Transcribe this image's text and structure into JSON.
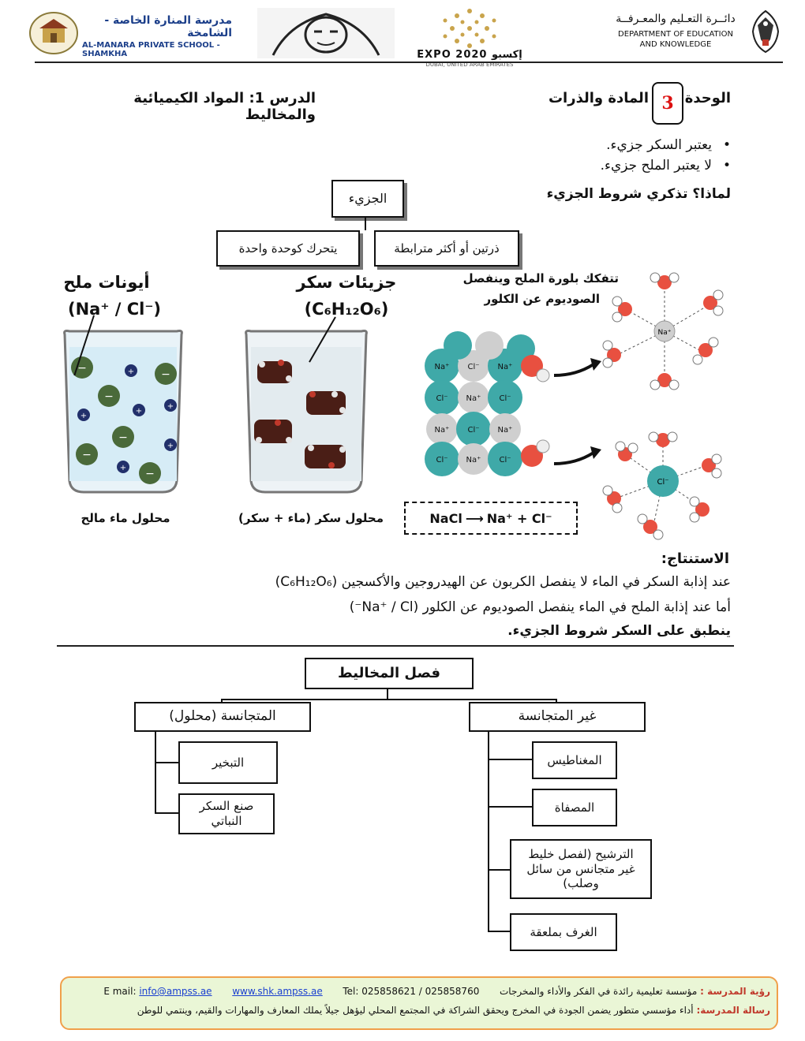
{
  "header": {
    "school_ar": "مدرسة المنارة الخاصة - الشامخة",
    "school_en": "AL-MANARA PRIVATE SCHOOL - SHAMKHA",
    "expo_text": "EXPO 2020 إكسبو",
    "expo_sub": "DUBAI, UNITED ARAB EMIRATES",
    "dept_ar": "دائــرة التعـليم والمعـرفــة",
    "dept_en1": "DEPARTMENT OF EDUCATION",
    "dept_en2": "AND KNOWLEDGE"
  },
  "unit": {
    "label": "الوحدة",
    "number": "3",
    "title": "المادة والذرات"
  },
  "lesson": {
    "title": "الدرس 1: المواد الكيميائية والمخاليط"
  },
  "bullets": [
    "يعتبر السكر جزيء.",
    "لا يعتبر الملح جزيء."
  ],
  "question": "لماذا؟ تذكري شروط الجزيء",
  "molecule_chart": {
    "root": "الجزيء",
    "children": [
      "ذرتين أو أكثر مترابطة",
      "يتحرك كوحدة واحدة"
    ]
  },
  "diagrams": {
    "salt_title": "أيونات ملح",
    "salt_formula": "(Na⁺ / Cl⁻)",
    "salt_caption": "محلول ماء مالح",
    "sugar_title": "جزيئات سكر",
    "sugar_formula": "(C₆H₁₂O₆)",
    "sugar_caption": "محلول سكر (ماء + سكر)",
    "dissolve_title_1": "تتفكك بلورة الملح وينفصل",
    "dissolve_title_2": "الصوديوم عن الكلور",
    "equation_left": "NaCl",
    "equation_right": "Na⁺  +  Cl⁻",
    "ion_na": "Na⁺",
    "ion_cl": "Cl⁻"
  },
  "conclusion": {
    "heading": "الاستنتاج:",
    "line1": "عند إذابة السكر في الماء لا ينفصل الكربون عن الهيدروجين والأكسجين (C₆H₁₂O₆)",
    "line2": "أما عند إذابة الملح في الماء ينفصل الصوديوم عن الكلور (Na⁺ / Cl⁻)",
    "line3": "ينطبق على السكر شروط الجزيء."
  },
  "separation_chart": {
    "root": "فصل المخاليط",
    "homogeneous": {
      "label": "المتجانسة (محلول)",
      "items": [
        "التبخير",
        "صنع السكر النباتي"
      ]
    },
    "heterogeneous": {
      "label": "غير المتجانسة",
      "items": [
        "المغناطيس",
        "المصفاة",
        "الترشيح (لفصل خليط غير متجانس من سائل وصلب)",
        "الغرف بملعقة"
      ]
    }
  },
  "footer": {
    "vision_label": "رؤية المدرسة :",
    "vision_text": "مؤسسة تعليمية رائدة في الفكر والأداء والمخرجات",
    "tel": "Tel: 025858621 / 025858760",
    "website": "www.shk.ampss.ae",
    "email_label": "E mail:",
    "email": "info@ampss.ae",
    "mission_label": "رسالة المدرسة:",
    "mission_text": "أداء مؤسسي متطور يضمن الجودة في المخرج ويحقق الشراكة في المجتمع المحلي ليؤهل جيلاً يملك المعارف والمهارات والقيم، وينتمي للوطن"
  },
  "colors": {
    "accent_orange": "#f0a04b",
    "footer_bg": "#eaf6d6",
    "cl_ion": "#3fa9a8",
    "na_ion": "#cfcfcf",
    "oxygen": "#d83a2a"
  }
}
